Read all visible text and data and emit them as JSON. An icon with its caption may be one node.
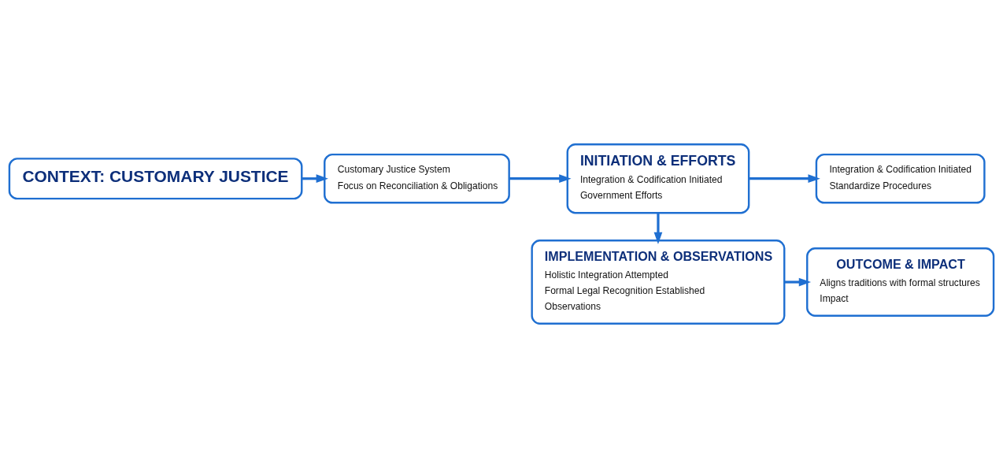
{
  "diagram": {
    "nodes": [
      {
        "text": [
          "CONTEXT: CUSTOMARY JUSTICE"
        ]
      },
      {
        "text": [
          "Customary Justice System",
          "Focus on Reconciliation & Obligations"
        ]
      },
      {
        "text": [
          "INITIATION & EFFORTS",
          "Integration & Codification Initiated",
          "Government Efforts"
        ]
      },
      {
        "text": [
          "Integration & Codification Initiated",
          "Standardize Procedures"
        ]
      },
      {
        "text": [
          "IMPLEMENTATION & OBSERVATIONS",
          "Holistic Integration Attempted",
          "Formal Legal Recognition Established",
          "Observations"
        ]
      },
      {
        "text": [
          "OUTCOME & IMPACT",
          "Aligns traditions with formal structures",
          "Impact"
        ]
      }
    ],
    "edges": [
      {
        "from": 0,
        "to": 1,
        "arrow": "to"
      },
      {
        "from": 1,
        "to": 2,
        "arrow": "to"
      },
      {
        "from": 2,
        "to": 3,
        "arrow": "to"
      },
      {
        "from": 2,
        "to": 4,
        "arrow": "to"
      },
      {
        "from": 4,
        "to": 5,
        "arrow": "to"
      }
    ]
  }
}
